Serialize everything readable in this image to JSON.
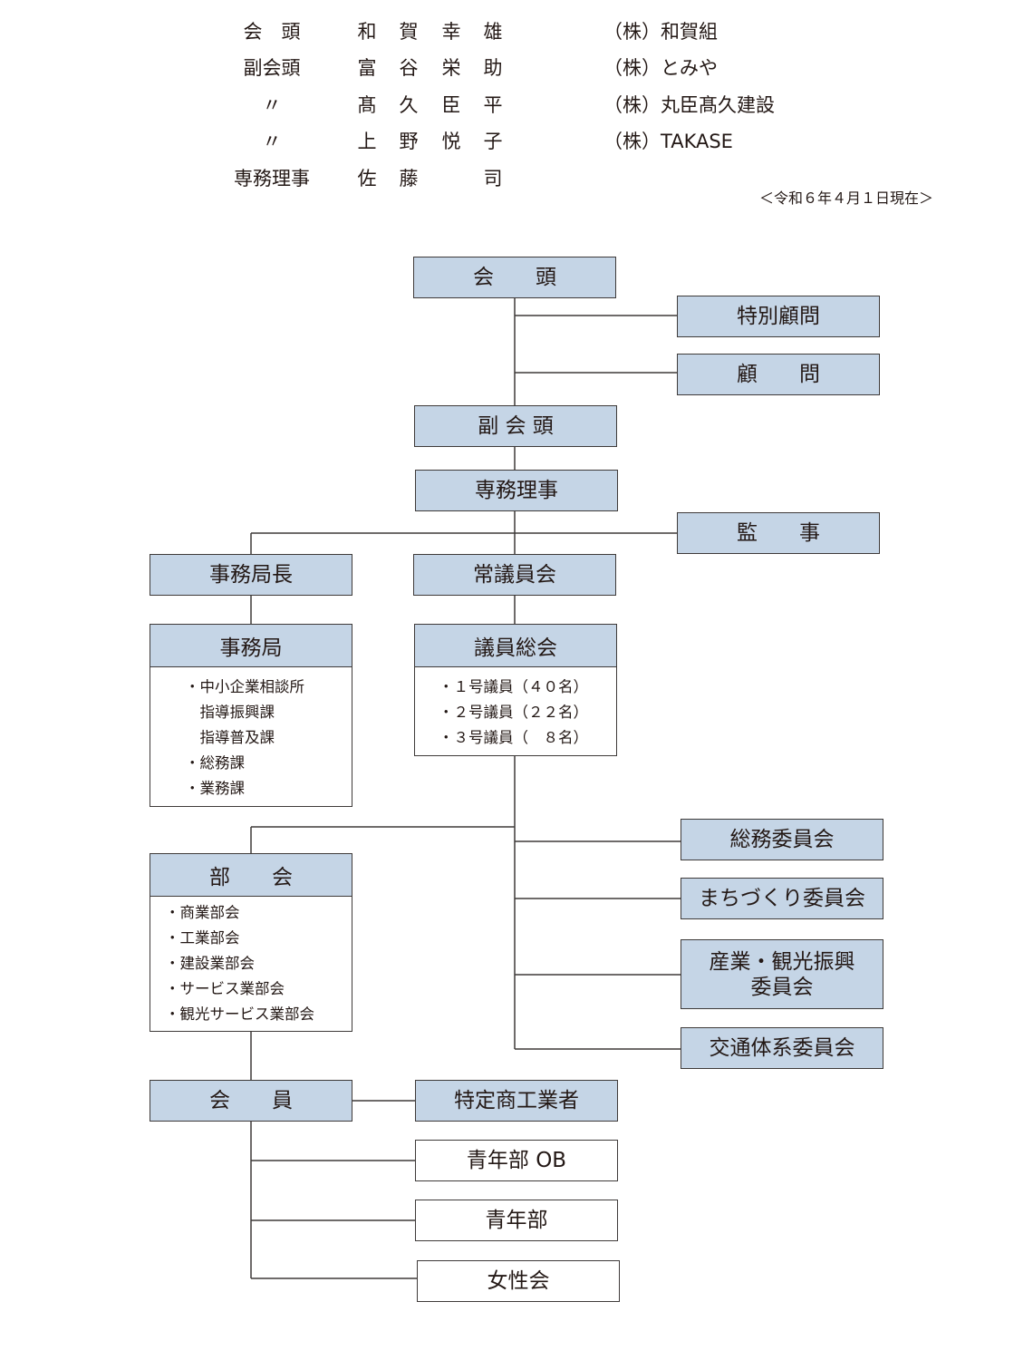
{
  "officers": [
    {
      "role": "会　頭",
      "name": [
        "和",
        "賀",
        "幸",
        "雄"
      ],
      "company": "（株）和賀組"
    },
    {
      "role": "副会頭",
      "name": [
        "富",
        "谷",
        "栄",
        "助"
      ],
      "company": "（株）とみや"
    },
    {
      "role": "〃",
      "name": [
        "髙",
        "久",
        "臣",
        "平"
      ],
      "company": "（株）丸臣髙久建設"
    },
    {
      "role": "〃",
      "name": [
        "上",
        "野",
        "悦",
        "子"
      ],
      "company": "（株）TAKASE"
    },
    {
      "role": "専務理事",
      "name": [
        "佐",
        "藤",
        "",
        "司"
      ],
      "company": ""
    }
  ],
  "as_of": "＜令和６年４月１日現在＞",
  "chart": {
    "president": "会　　頭",
    "special_advisor": "特別顧問",
    "advisor": "顧　　問",
    "vice_president": "副 会 頭",
    "executive_director": "専務理事",
    "auditor": "監　　事",
    "secretariat_head": "事務局長",
    "standing_council": "常議員会",
    "secretariat": {
      "title": "事務局",
      "items": [
        "・中小企業相談所",
        "　指導振興課",
        "　指導普及課",
        "・総務課",
        "・業務課"
      ]
    },
    "general_assembly": {
      "title": "議員総会",
      "items": [
        "・１号議員（４０名）",
        "・２号議員（２２名）",
        "・３号議員（　８名）"
      ]
    },
    "committees": [
      "総務委員会",
      "まちづくり委員会",
      "産業・観光振興\n委員会",
      "交通体系委員会"
    ],
    "divisions": {
      "title": "部　　会",
      "items": [
        "・商業部会",
        "・工業部会",
        "・建設業部会",
        "・サービス業部会",
        "・観光サービス業部会"
      ]
    },
    "members": "会　　員",
    "specific_merchants": "特定商工業者",
    "youth_ob": "青年部 OB",
    "youth": "青年部",
    "women": "女性会"
  }
}
